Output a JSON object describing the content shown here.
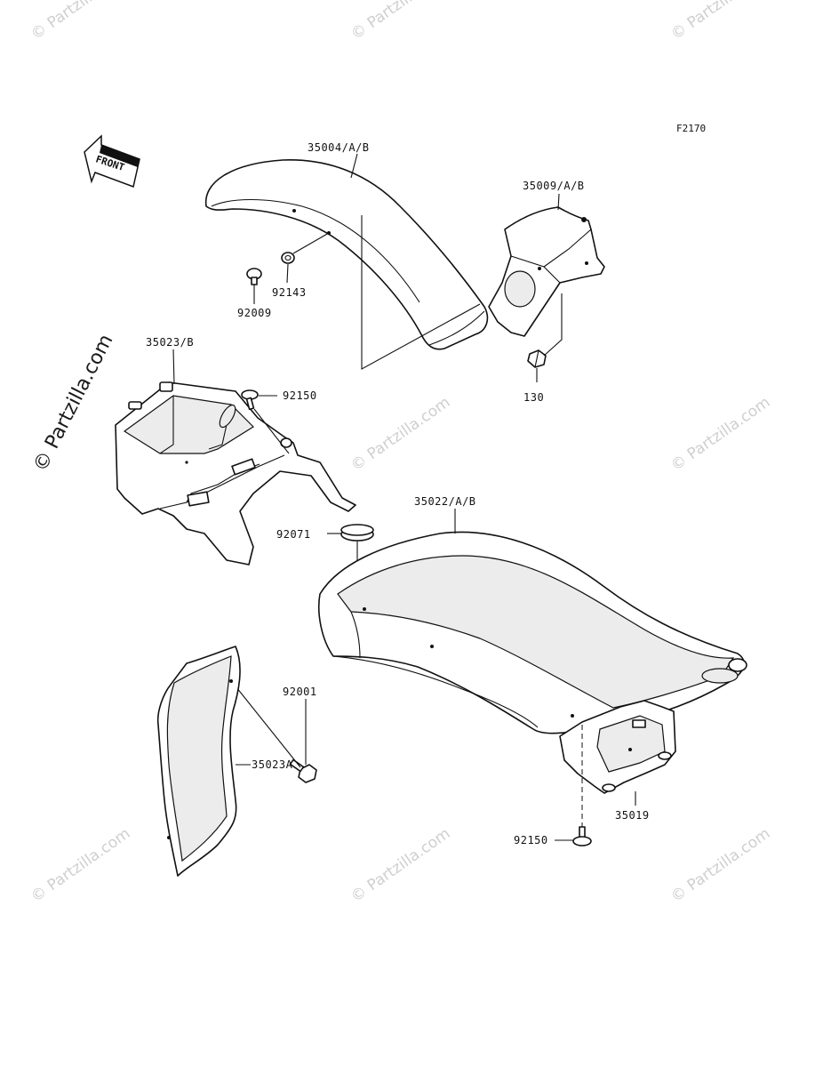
{
  "figure_code": "F2170",
  "front_marker": "FRONT",
  "watermark": "© Partzilla.com",
  "parts": [
    {
      "id": "front-fender",
      "number": "35004/A/B"
    },
    {
      "id": "front-fender-bracket",
      "number": "35009/A/B"
    },
    {
      "id": "fender-grommet",
      "number": "92143"
    },
    {
      "id": "fender-screw",
      "number": "92009"
    },
    {
      "id": "bracket-bolt",
      "number": "130"
    },
    {
      "id": "rear-inner-fender",
      "number": "35023/B"
    },
    {
      "id": "inner-fender-screw",
      "number": "92150"
    },
    {
      "id": "rear-fender-damper",
      "number": "92071"
    },
    {
      "id": "rear-fender",
      "number": "35022/A/B"
    },
    {
      "id": "mud-flap-bolt",
      "number": "92001"
    },
    {
      "id": "mud-flap",
      "number": "35023A"
    },
    {
      "id": "license-bracket",
      "number": "35019"
    },
    {
      "id": "license-bracket-screw",
      "number": "92150"
    }
  ]
}
